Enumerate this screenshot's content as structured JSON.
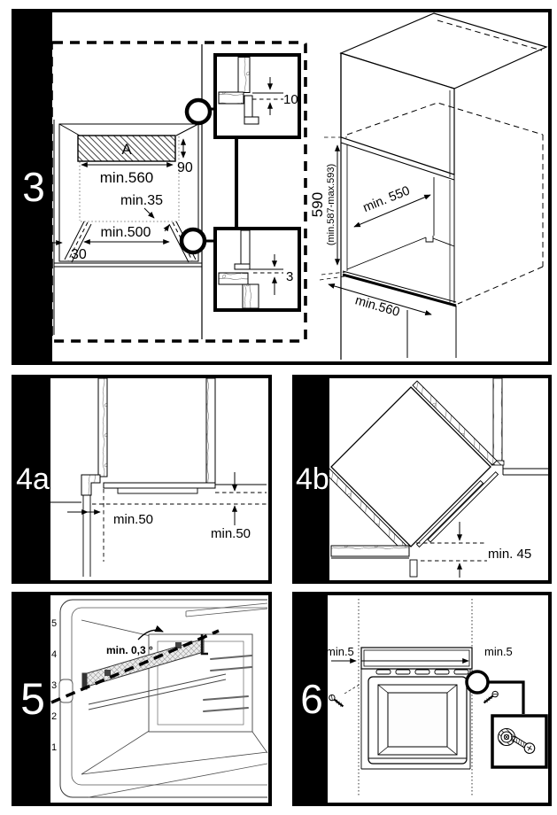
{
  "panels": {
    "p3": {
      "label": "3",
      "front_view": {
        "label_a": "A",
        "dim_width_top": "min.560",
        "dim_height_bar": "90",
        "dim_clearance": "min.35",
        "dim_width_bottom": "min.500",
        "dim_edge": "30"
      },
      "detail_top": {
        "dim": "10"
      },
      "detail_bottom": {
        "dim": "3"
      },
      "iso": {
        "dim_height": "590",
        "dim_height_range": "(min.587-max.593)",
        "dim_depth": "min. 550",
        "dim_width": "min.560"
      }
    },
    "p4a": {
      "label": "4a",
      "dim_horizontal": "min.50",
      "dim_vertical": "min.50"
    },
    "p4b": {
      "label": "4b",
      "dim_gap": "min. 45"
    },
    "p5": {
      "label": "5",
      "dim_tilt": "min. 0,3 °",
      "shelf_levels": [
        "5",
        "4",
        "3",
        "2",
        "1"
      ]
    },
    "p6": {
      "label": "6",
      "dim_left": "min.5",
      "dim_right": "min.5"
    }
  }
}
